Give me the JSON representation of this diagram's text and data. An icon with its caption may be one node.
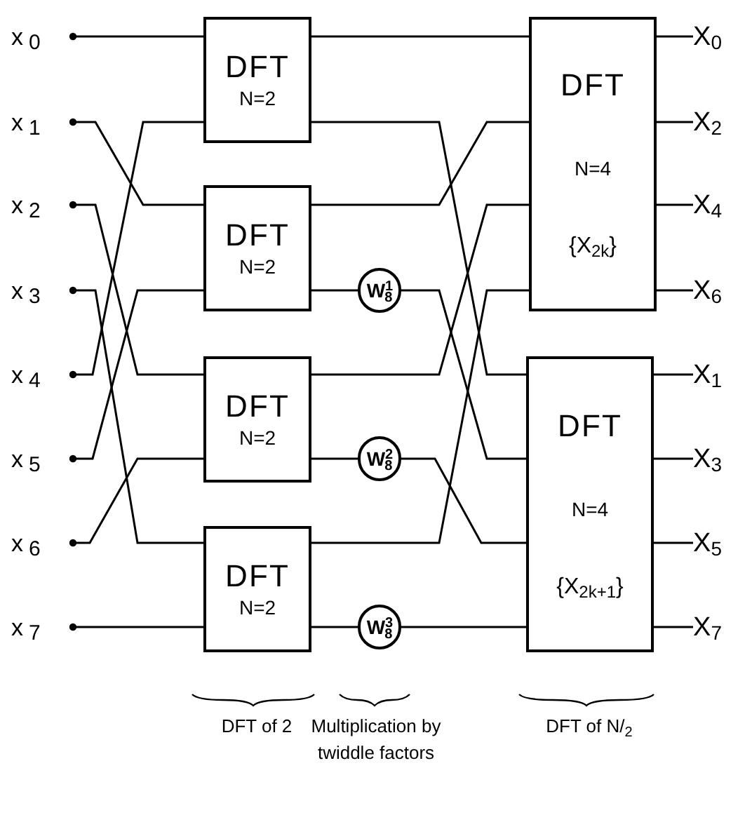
{
  "diagram": {
    "nodes": [
      {
        "text": [
          "x$_{0}$"
        ]
      },
      {
        "text": [
          "x$_{1}$"
        ]
      },
      {
        "text": [
          "x$_{2}$"
        ]
      },
      {
        "text": [
          "x$_{3}$"
        ]
      },
      {
        "text": [
          "x$_{4}$"
        ]
      },
      {
        "text": [
          "x$_{5}$"
        ]
      },
      {
        "text": [
          "x$_{6}$"
        ]
      },
      {
        "text": [
          "x$_{7}$"
        ]
      },
      {
        "text": [
          "DFT",
          "N=2"
        ]
      },
      {
        "text": [
          "DFT",
          "N=2"
        ]
      },
      {
        "text": [
          "DFT",
          "N=2"
        ]
      },
      {
        "text": [
          "DFT",
          "N=2"
        ]
      },
      {
        "text": [
          "W$^{1}$$_{8}$"
        ]
      },
      {
        "text": [
          "W$^{2}$$_{8}$"
        ]
      },
      {
        "text": [
          "W$^{3}$$_{8}$"
        ]
      },
      {
        "text": [
          "DFT",
          "N=4",
          "{X$_{2k}$}"
        ]
      },
      {
        "text": [
          "DFT",
          "N=4",
          "{X$_{2k+1}$}"
        ]
      },
      {
        "text": [
          "X$_{0}$"
        ]
      },
      {
        "text": [
          "X$_{2}$"
        ]
      },
      {
        "text": [
          "X$_{4}$"
        ]
      },
      {
        "text": [
          "X$_{6}$"
        ]
      },
      {
        "text": [
          "X$_{1}$"
        ]
      },
      {
        "text": [
          "X$_{3}$"
        ]
      },
      {
        "text": [
          "X$_{5}$"
        ]
      },
      {
        "text": [
          "X$_{7}$"
        ]
      }
    ],
    "edges": [
      {
        "from": 0,
        "to": 8,
        "arrow": "other"
      },
      {
        "from": 1,
        "to": 9,
        "arrow": "other"
      },
      {
        "from": 2,
        "to": 10,
        "arrow": "other"
      },
      {
        "from": 3,
        "to": 11,
        "arrow": "other"
      },
      {
        "from": 4,
        "to": 8,
        "arrow": "other"
      },
      {
        "from": 5,
        "to": 9,
        "arrow": "other"
      },
      {
        "from": 6,
        "to": 10,
        "arrow": "other"
      },
      {
        "from": 7,
        "to": 11,
        "arrow": "other"
      },
      {
        "from": 8,
        "to": 15,
        "arrow": "none"
      },
      {
        "from": 8,
        "to": 16,
        "arrow": "none"
      },
      {
        "from": 9,
        "to": 15,
        "arrow": "none"
      },
      {
        "from": 9,
        "to": 12,
        "arrow": "none"
      },
      {
        "from": 10,
        "to": 15,
        "arrow": "none"
      },
      {
        "from": 10,
        "to": 13,
        "arrow": "none"
      },
      {
        "from": 11,
        "to": 15,
        "arrow": "none"
      },
      {
        "from": 11,
        "to": 14,
        "arrow": "none"
      },
      {
        "from": 12,
        "to": 16,
        "arrow": "none"
      },
      {
        "from": 13,
        "to": 16,
        "arrow": "none"
      },
      {
        "from": 14,
        "to": 16,
        "arrow": "none"
      },
      {
        "from": 15,
        "to": 17,
        "arrow": "none"
      },
      {
        "from": 15,
        "to": 18,
        "arrow": "none"
      },
      {
        "from": 15,
        "to": 19,
        "arrow": "none"
      },
      {
        "from": 15,
        "to": 20,
        "arrow": "none"
      },
      {
        "from": 16,
        "to": 21,
        "arrow": "none"
      },
      {
        "from": 16,
        "to": 22,
        "arrow": "none"
      },
      {
        "from": 16,
        "to": 23,
        "arrow": "none"
      },
      {
        "from": 16,
        "to": 24,
        "arrow": "none"
      }
    ],
    "labels": [
      "DFT of 2",
      "Multiplication by twiddle factors",
      "DFT of N/$_{2}$"
    ]
  }
}
